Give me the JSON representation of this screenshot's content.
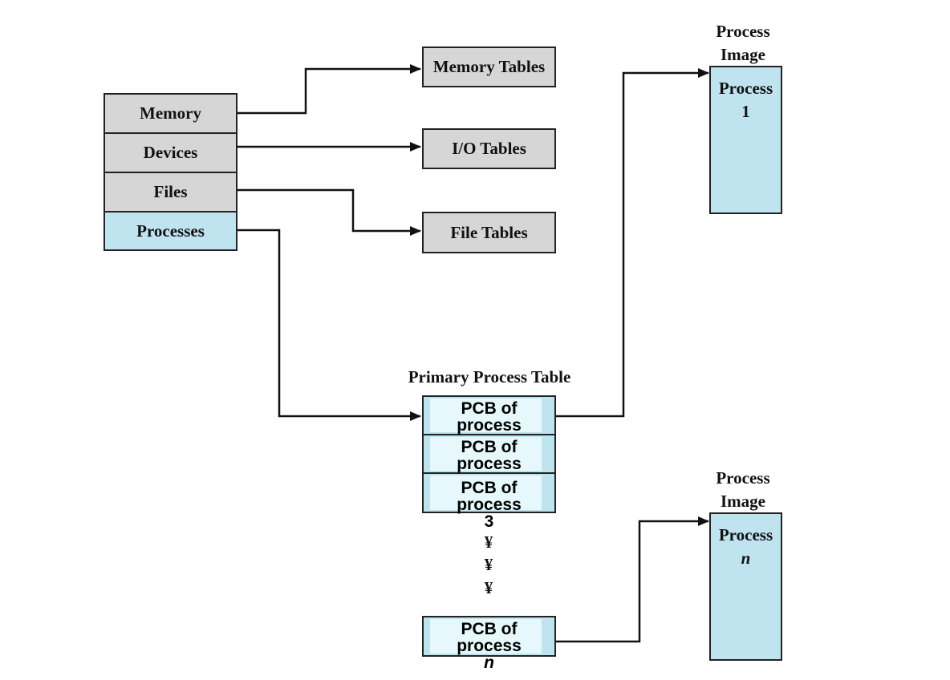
{
  "os_tables": {
    "memory": "Memory",
    "devices": "Devices",
    "files": "Files",
    "processes": "Processes"
  },
  "tables": {
    "memory_tables": "Memory Tables",
    "io_tables": "I/O Tables",
    "file_tables": "File Tables"
  },
  "primary_table": {
    "title": "Primary Process Table",
    "rows": [
      {
        "line1": "PCB of",
        "line2": "process",
        "line3": ""
      },
      {
        "line1": "PCB of",
        "line2": "process",
        "line3": ""
      },
      {
        "line1": "PCB of",
        "line2": "process",
        "line3": "3"
      }
    ],
    "ellipsis": [
      "¥",
      "¥",
      "¥"
    ],
    "last": {
      "line1": "PCB of",
      "line2": "process",
      "line3": "n"
    }
  },
  "process_image_1": {
    "caption_line1": "Process",
    "caption_line2": "Image",
    "label_line1": "Process",
    "label_line2": "1"
  },
  "process_image_n": {
    "caption_line1": "Process",
    "caption_line2": "Image",
    "label_line1": "Process",
    "label_line2": "n"
  },
  "colors": {
    "gray_box": "#d6d6d6",
    "blue_box": "#bfe3ef",
    "pcb_inner": "#e6f8fb",
    "line": "#111111"
  }
}
